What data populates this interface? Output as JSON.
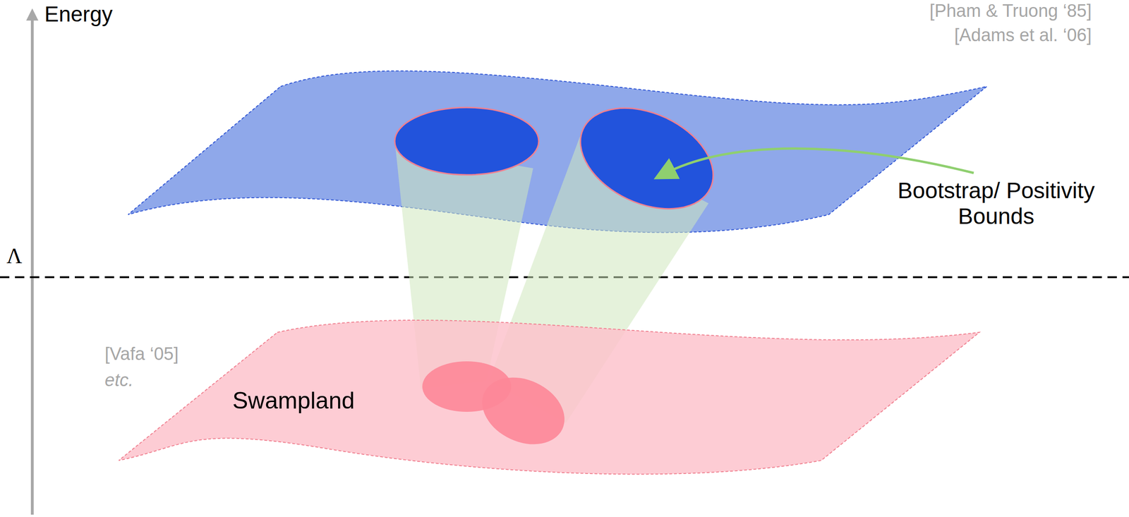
{
  "diagram": {
    "nodes": [
      {
        "text": [
          "Swampland"
        ]
      }
    ],
    "labels": [
      "Energy",
      "Λ",
      "[Pham & Truong ‘85]",
      "[Adams et al. ‘06]",
      "Bootstrap/ Positivity Bounds",
      "[Vafa ‘05]",
      "etc."
    ]
  }
}
